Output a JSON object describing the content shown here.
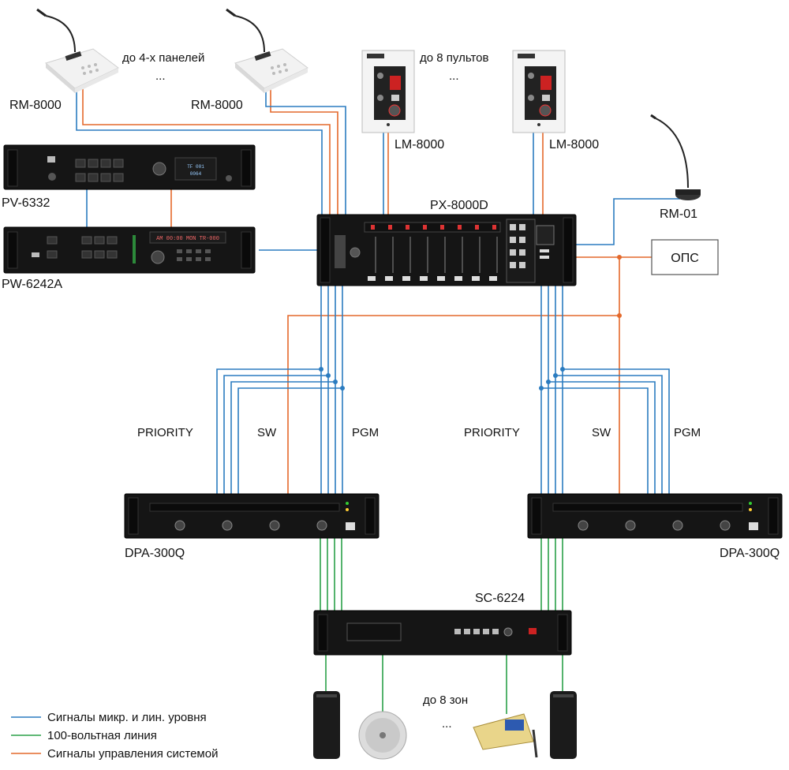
{
  "devices": {
    "rm8000_a": "RM-8000",
    "rm8000_b": "RM-8000",
    "pv6332": "PV-6332",
    "pw6242a": "PW-6242A",
    "lm8000_a": "LM-8000",
    "lm8000_b": "LM-8000",
    "px8000d": "PX-8000D",
    "rm01": "RM-01",
    "ops": "ОПС",
    "dpa_left": "DPA-300Q",
    "dpa_right": "DPA-300Q",
    "sc6224": "SC-6224"
  },
  "notes": {
    "panels": "до 4-х панелей",
    "panels_dots": "...",
    "consoles": "до 8 пультов",
    "consoles_dots": "...",
    "zones": "до 8 зон",
    "zones_dots": "..."
  },
  "buses": {
    "left": {
      "priority": "PRIORITY",
      "sw": "SW",
      "pgm": "PGM"
    },
    "right": {
      "priority": "PRIORITY",
      "sw": "SW",
      "pgm": "PGM"
    }
  },
  "panel_displays": {
    "pv6332": "TF 001\n 0064",
    "pw6242a": "AM 00:00 MON TR-000"
  },
  "legend": [
    {
      "label": "Сигналы микр. и лин. уровня",
      "color": "#2b7cc0"
    },
    {
      "label": "100-вольтная линия",
      "color": "#2aa048"
    },
    {
      "label": "Сигналы управления системой",
      "color": "#e4692b"
    }
  ]
}
